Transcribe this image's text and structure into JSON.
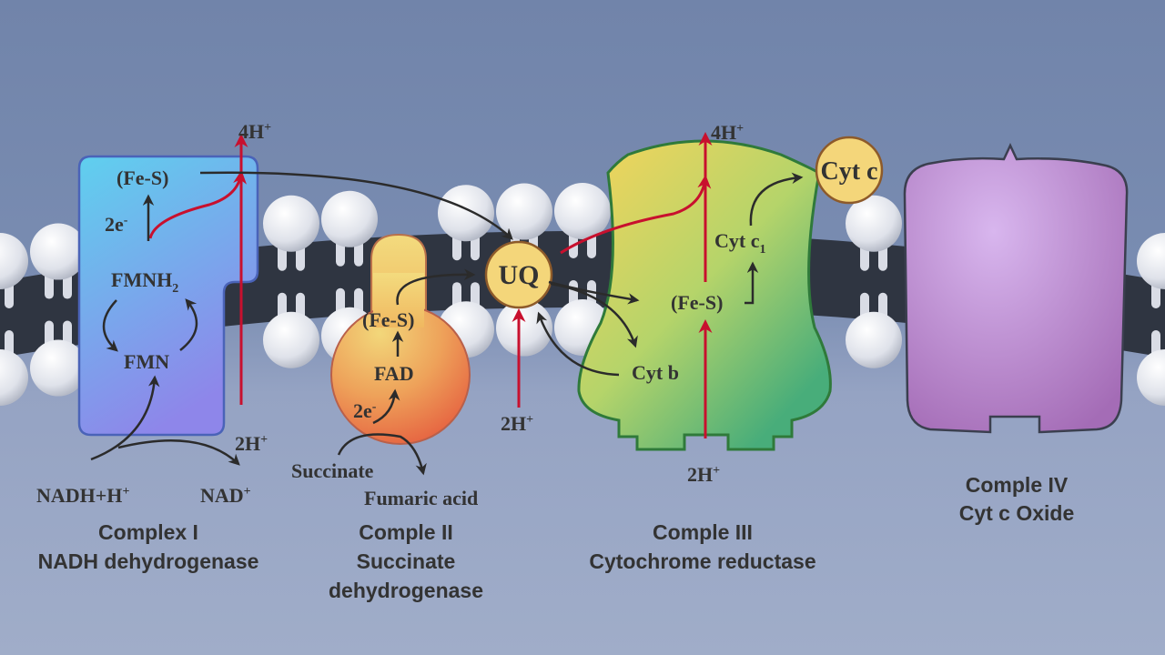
{
  "colors": {
    "background_top": "#7486ab",
    "background_bottom": "#9aa7c6",
    "membrane": "#2f3541",
    "lipid_head": "#e4e6ec",
    "proton_arrow": "#c8102e",
    "electron_arrow": "#2b2b2b",
    "complex1": [
      "#5fd0ee",
      "#8e86ea"
    ],
    "complex2": [
      "#f2d77a",
      "#e8613f"
    ],
    "complex3": [
      "#e9d45e",
      "#4fb27a"
    ],
    "complex4": [
      "#d6b0ea",
      "#a46cb6"
    ],
    "carrier": "#f4d67a"
  },
  "complex1": {
    "proton_out": {
      "base": "4H",
      "sup": "+"
    },
    "fes": "(Fe-S)",
    "electrons": {
      "base": "2e",
      "sup": "-"
    },
    "fmnh2": {
      "base": "FMNH",
      "sub": "2"
    },
    "fmn": "FMN",
    "proton_in": {
      "base": "2H",
      "sup": "+"
    },
    "nadh": {
      "base": "NADH+H",
      "sup": "+"
    },
    "nad": {
      "base": "NAD",
      "sup": "+"
    },
    "caption": [
      "Complex I",
      "NADH dehydrogenase"
    ]
  },
  "complex2": {
    "fes": "(Fe-S)",
    "fad": "FAD",
    "electrons": {
      "base": "2e",
      "sup": "-"
    },
    "succinate": "Succinate",
    "fumaric": "Fumaric acid",
    "caption": [
      "Comple II",
      "Succinate",
      "dehydrogenase"
    ]
  },
  "uq": {
    "label": "UQ",
    "proton_in": {
      "base": "2H",
      "sup": "+"
    }
  },
  "complex3": {
    "proton_out": {
      "base": "4H",
      "sup": "+"
    },
    "cytc1": {
      "base": "Cyt c",
      "sub": "1"
    },
    "fes": "(Fe-S)",
    "cytb": "Cyt b",
    "proton_in": {
      "base": "2H",
      "sup": "+"
    },
    "caption": [
      "Comple III",
      "Cytochrome reductase"
    ]
  },
  "cytc": {
    "label": "Cyt c"
  },
  "complex4": {
    "caption": [
      "Comple IV",
      "Cyt c Oxide"
    ]
  }
}
